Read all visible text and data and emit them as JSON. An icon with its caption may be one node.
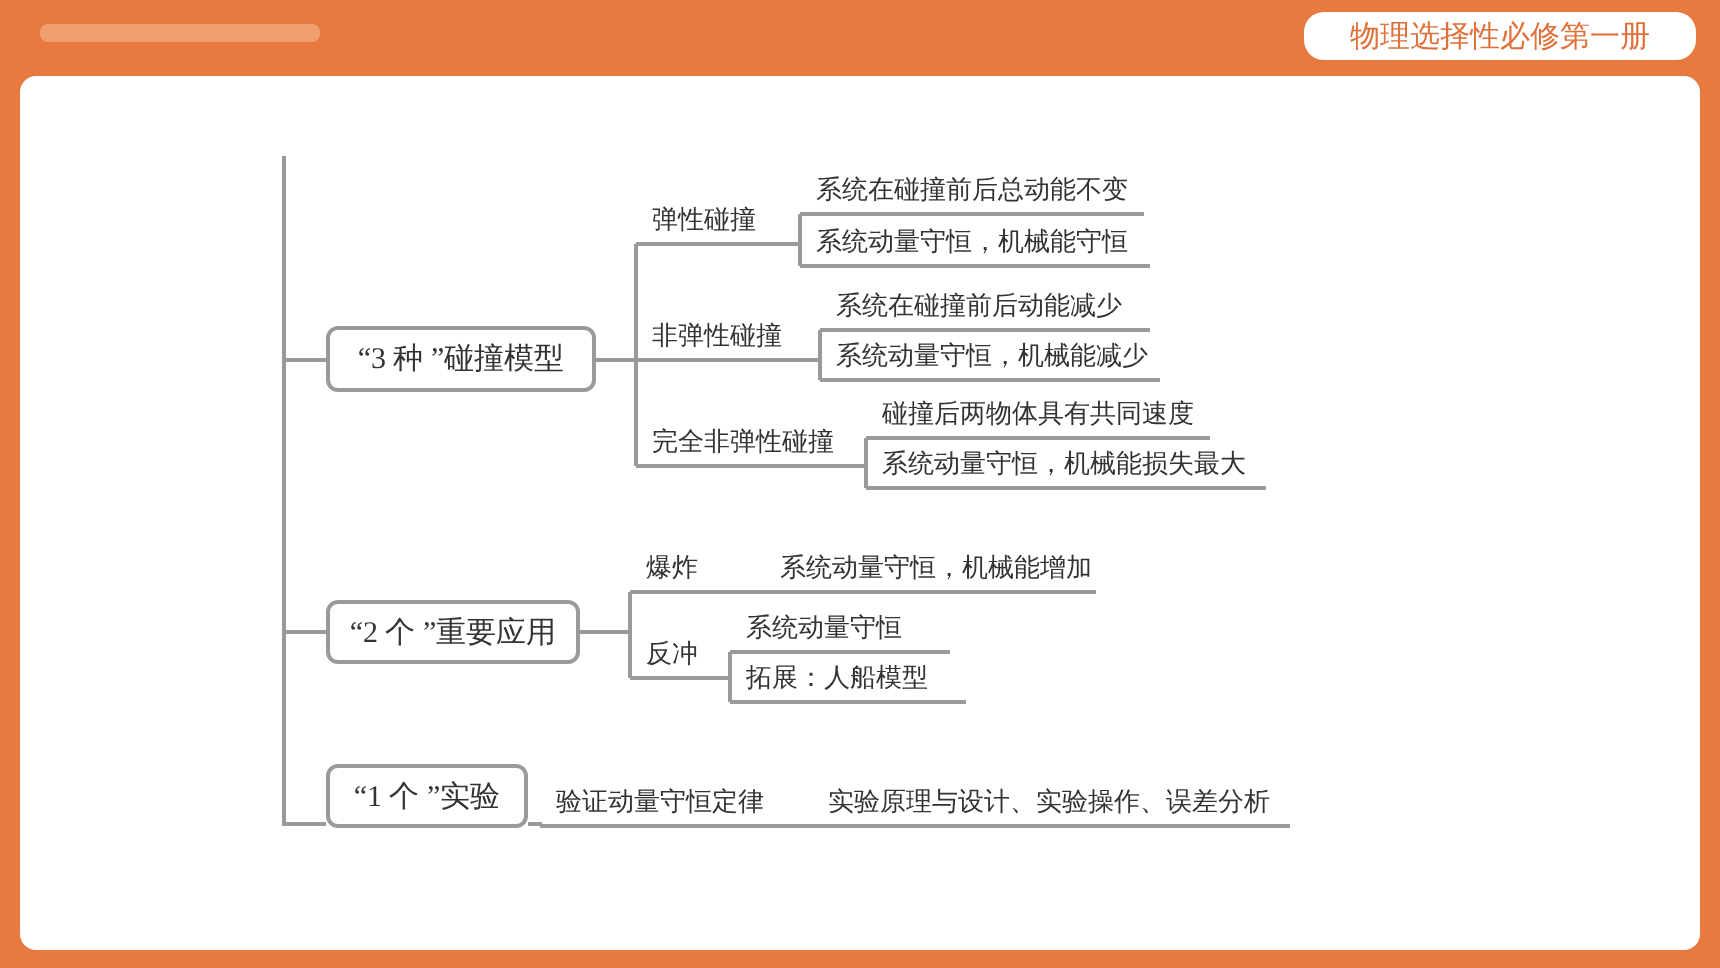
{
  "diagram": {
    "title": "物理选择性必修第一册",
    "nodes": [
      {
        "text": [],
        "shape": "bar"
      },
      {
        "text": [
          "“3 种 ”碰撞模型"
        ]
      },
      {
        "text": [
          "弹性碰撞"
        ]
      },
      {
        "text": [
          "系统在碰撞前后总动能不变"
        ]
      },
      {
        "text": [
          "系统动量守恒，机械能守恒"
        ]
      },
      {
        "text": [
          "非弹性碰撞"
        ]
      },
      {
        "text": [
          "系统在碰撞前后动能减少"
        ]
      },
      {
        "text": [
          "系统动量守恒，机械能减少"
        ]
      },
      {
        "text": [
          "完全非弹性碰撞"
        ]
      },
      {
        "text": [
          "碰撞后两物体具有共同速度"
        ]
      },
      {
        "text": [
          "系统动量守恒，机械能损失最大"
        ]
      },
      {
        "text": [
          "“2 个 ”重要应用"
        ]
      },
      {
        "text": [
          "爆炸"
        ]
      },
      {
        "text": [
          "系统动量守恒，机械能增加"
        ]
      },
      {
        "text": [
          "反冲"
        ]
      },
      {
        "text": [
          "系统动量守恒"
        ]
      },
      {
        "text": [
          "拓展：人船模型"
        ]
      },
      {
        "text": [
          "“1 个 ”实验"
        ]
      },
      {
        "text": [
          "验证动量守恒定律"
        ]
      },
      {
        "text": [
          "实验原理与设计、实验操作、误差分析"
        ]
      }
    ],
    "edges": [
      {
        "from": 0,
        "to": 1,
        "arrow": "none"
      },
      {
        "from": 0,
        "to": 11,
        "arrow": "none"
      },
      {
        "from": 0,
        "to": 17,
        "arrow": "none"
      },
      {
        "from": 1,
        "to": 2,
        "arrow": "none"
      },
      {
        "from": 1,
        "to": 5,
        "arrow": "none"
      },
      {
        "from": 1,
        "to": 8,
        "arrow": "none"
      },
      {
        "from": 2,
        "to": 3,
        "arrow": "none"
      },
      {
        "from": 2,
        "to": 4,
        "arrow": "none"
      },
      {
        "from": 5,
        "to": 6,
        "arrow": "none"
      },
      {
        "from": 5,
        "to": 7,
        "arrow": "none"
      },
      {
        "from": 8,
        "to": 9,
        "arrow": "none"
      },
      {
        "from": 8,
        "to": 10,
        "arrow": "none"
      },
      {
        "from": 11,
        "to": 12,
        "arrow": "none"
      },
      {
        "from": 11,
        "to": 14,
        "arrow": "none"
      },
      {
        "from": 12,
        "to": 13,
        "arrow": "none"
      },
      {
        "from": 14,
        "to": 15,
        "arrow": "none"
      },
      {
        "from": 14,
        "to": 16,
        "arrow": "none"
      },
      {
        "from": 17,
        "to": 18,
        "arrow": "none"
      },
      {
        "from": 18,
        "to": 19,
        "arrow": "none"
      }
    ]
  }
}
